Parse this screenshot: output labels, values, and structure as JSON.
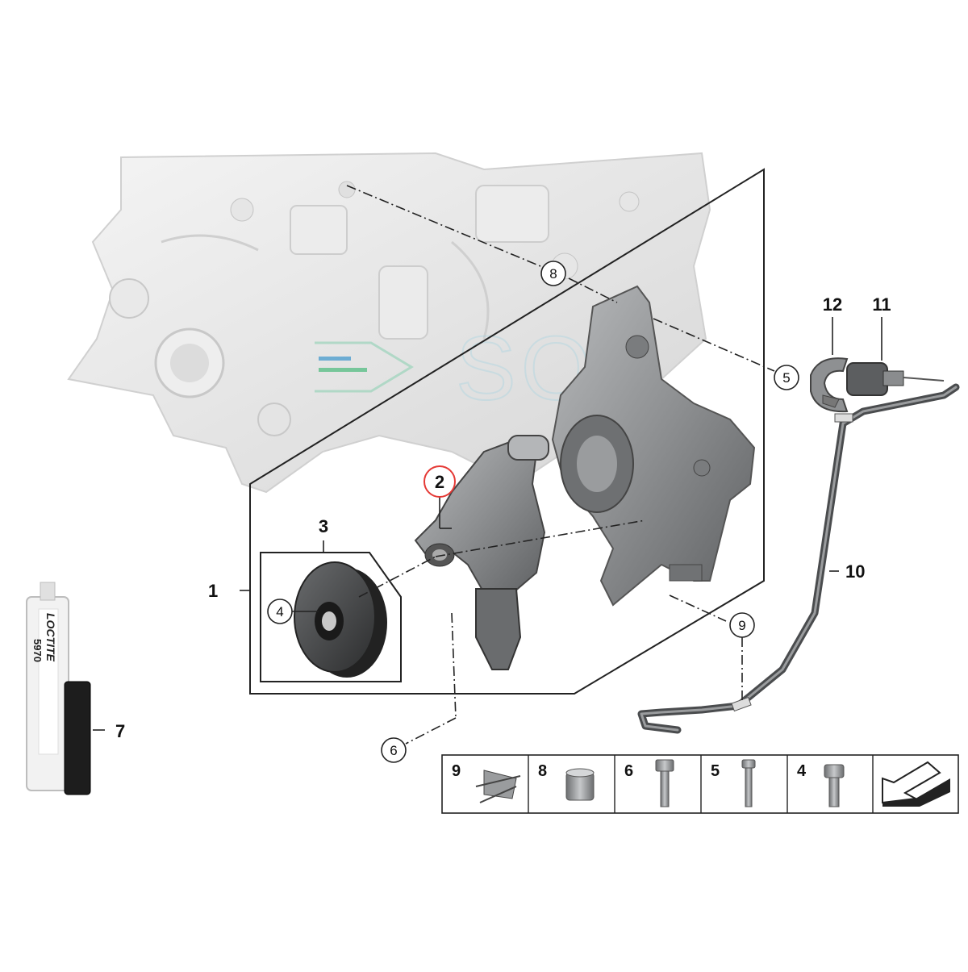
{
  "watermark": {
    "text": "SOL",
    "colors": [
      "#1e88c8",
      "#2fb36a",
      "#9ad0e0"
    ]
  },
  "callouts": [
    {
      "id": "1",
      "style": "plain"
    },
    {
      "id": "2",
      "style": "circled-highlight"
    },
    {
      "id": "3",
      "style": "plain"
    },
    {
      "id": "4",
      "style": "circled"
    },
    {
      "id": "5",
      "style": "circled"
    },
    {
      "id": "6",
      "style": "circled"
    },
    {
      "id": "7",
      "style": "plain"
    },
    {
      "id": "8",
      "style": "circled"
    },
    {
      "id": "9",
      "style": "circled"
    },
    {
      "id": "10",
      "style": "plain"
    },
    {
      "id": "11",
      "style": "plain"
    },
    {
      "id": "12",
      "style": "plain"
    }
  ],
  "sealant": {
    "brand": "LOCTITE",
    "product": "5970"
  },
  "parts_table": [
    {
      "number": "9",
      "icon": "hose-clamp-icon"
    },
    {
      "number": "8",
      "icon": "sleeve-bushing-icon"
    },
    {
      "number": "6",
      "icon": "hex-bolt-icon"
    },
    {
      "number": "5",
      "icon": "long-bolt-icon"
    },
    {
      "number": "4",
      "icon": "flange-bolt-icon"
    },
    {
      "number": "",
      "icon": "direction-arrow-icon"
    }
  ],
  "colors": {
    "highlight": "#e53935",
    "line": "#222222",
    "engine": "#e4e4e4",
    "part": "#8e9092"
  }
}
